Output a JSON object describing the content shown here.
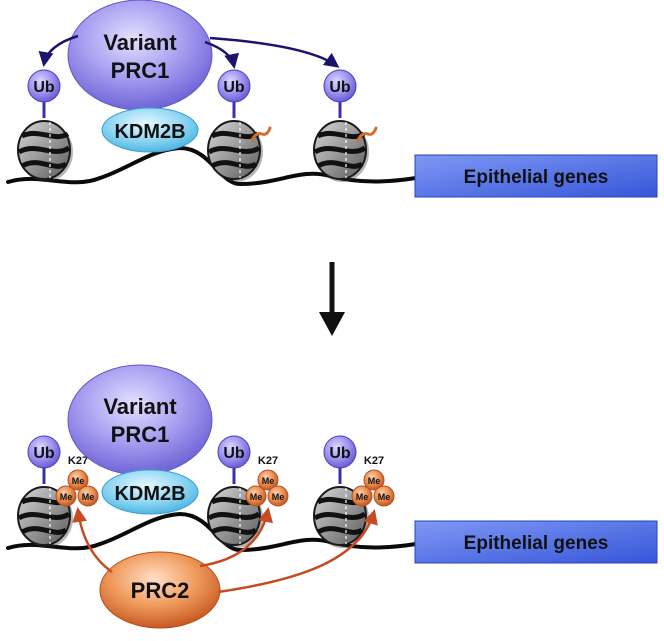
{
  "top_panel": {
    "complex_label_line1": "Variant",
    "complex_label_line2": "PRC1",
    "kdm2b_label": "KDM2B",
    "ub_label": "Ub",
    "gene_label": "Epithelial genes"
  },
  "bottom_panel": {
    "complex_label_line1": "Variant",
    "complex_label_line2": "PRC1",
    "kdm2b_label": "KDM2B",
    "ub_label": "Ub",
    "k27_label": "K27",
    "me_label": "Me",
    "prc2_label": "PRC2",
    "gene_label": "Epithelial genes"
  },
  "colors": {
    "prc1": "#8f86e6",
    "kdm2b": "#7fd0ef",
    "ub": "#8478e0",
    "gene_box": "#4f6fe0",
    "prc2": "#e0763a",
    "me": "#e07a3e",
    "arrow_ub": "#1a1470",
    "arrow_prc2": "#c84a22"
  }
}
